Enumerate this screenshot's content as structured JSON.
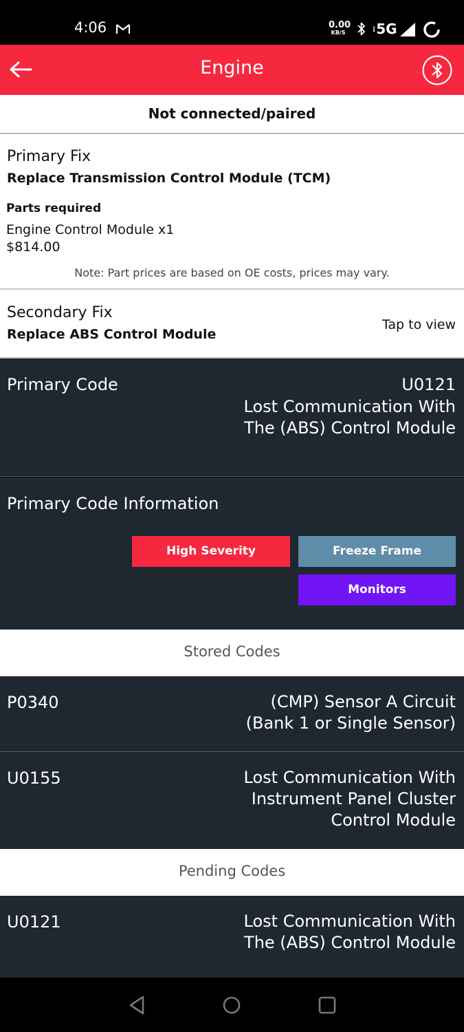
{
  "status_bar": {
    "time": "4:06",
    "net_speed": "0.00",
    "net_unit": "KB/S",
    "network": "5G"
  },
  "app_bar": {
    "title": "Engine"
  },
  "connection": {
    "status": "Not connected/paired"
  },
  "primary_fix": {
    "title": "Primary Fix",
    "fix": "Replace Transmission Control Module (TCM)",
    "parts_label": "Parts required",
    "part_name": "Engine Control Module x1",
    "part_price": "$814.00",
    "note": "Note: Part prices are based on OE costs, prices may vary."
  },
  "secondary_fix": {
    "title": "Secondary Fix",
    "fix": "Replace ABS Control Module",
    "action": "Tap to view"
  },
  "primary_code": {
    "label": "Primary Code",
    "code": "U0121",
    "description": "Lost Communication With The (ABS) Control Module"
  },
  "primary_code_info": {
    "label": "Primary Code Information",
    "buttons": {
      "severity": "High Severity",
      "freeze_frame": "Freeze Frame",
      "monitors": "Monitors"
    }
  },
  "stored_codes": {
    "heading": "Stored Codes",
    "items": [
      {
        "code": "P0340",
        "description": "(CMP) Sensor A Circuit (Bank 1 or Single Sensor)"
      },
      {
        "code": "U0155",
        "description": "Lost Communication With Instrument Panel Cluster Control Module"
      }
    ]
  },
  "pending_codes": {
    "heading": "Pending Codes",
    "items": [
      {
        "code": "U0121",
        "description": "Lost Communication With The (ABS) Control Module"
      }
    ]
  },
  "colors": {
    "accent_red": "#f5283f",
    "dark_panel": "#1f2730",
    "freeze_frame_blue": "#5f8ca8",
    "monitors_purple": "#7115f5"
  },
  "icons": {
    "back": "arrow-left-icon",
    "bluetooth": "bluetooth-icon",
    "nav_back": "triangle-back-icon",
    "nav_home": "circle-home-icon",
    "nav_recents": "square-recents-icon"
  }
}
